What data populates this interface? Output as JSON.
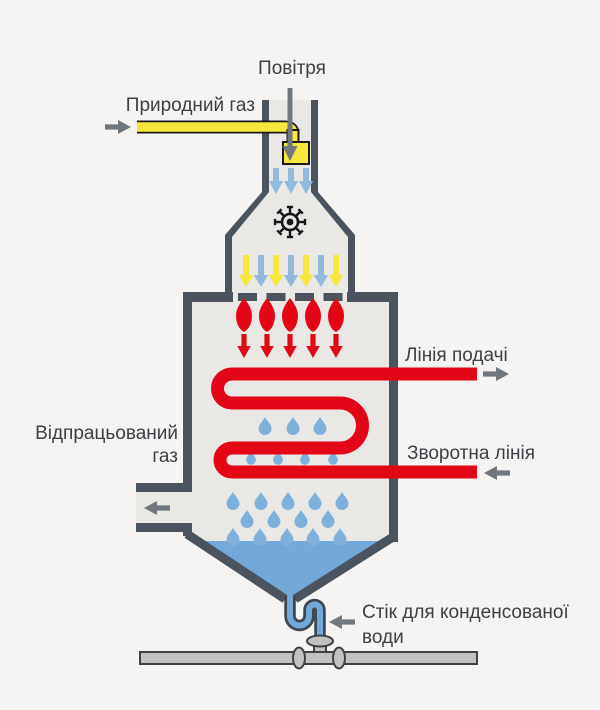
{
  "diagram": {
    "type": "condensing-boiler-schematic",
    "labels": {
      "air": "Повітря",
      "natural_gas": "Природний газ",
      "supply_line": "Лінія подачі",
      "return_line": "Зворотна лінія",
      "exhaust_gas": "Відпрацьований\nгаз",
      "condensate_drain": "Стік для конденсованої\nводи"
    },
    "icons": [
      "fan-icon",
      "burner-flame-icon",
      "water-drop-icon",
      "flow-arrow-icon",
      "gas-injector-icon",
      "siphon-trap-icon"
    ],
    "colors": {
      "background": "#f5f4f2",
      "interior": "#e9e8e5",
      "wall": "#4b545e",
      "flame_red": "#e30617",
      "gas_yellow": "#f6e73b",
      "water_blue": "#73a9d8",
      "drop_blue": "#7fb0d9",
      "arrow_blue": "#93b8dc",
      "arrow_gray": "#70777e",
      "pipe_gray": "#c2c2c0",
      "outline_dark": "#1a1a1a",
      "text": "#3b4046"
    }
  }
}
